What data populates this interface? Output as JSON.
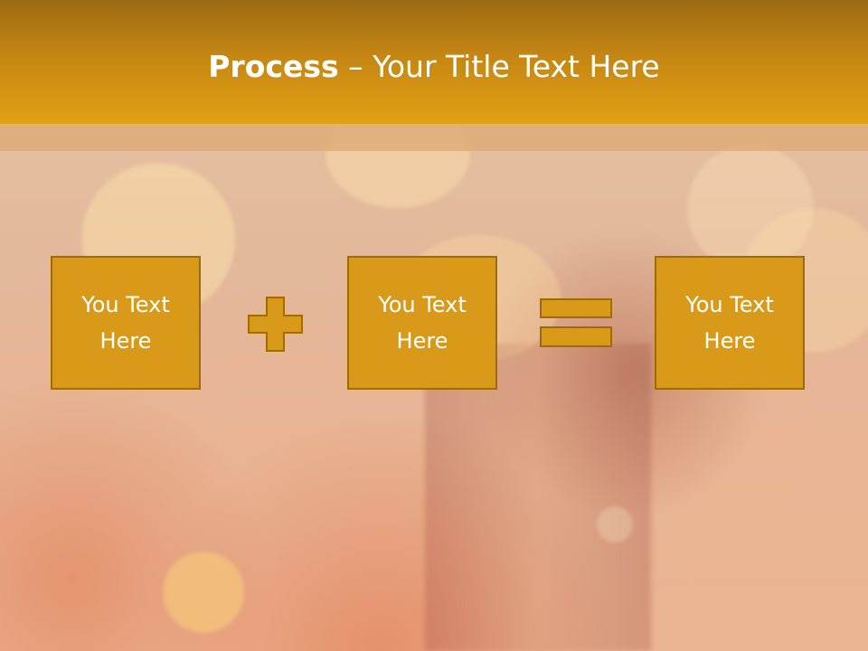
{
  "slide": {
    "title_bold": "Process",
    "title_rest": " – Your Title Text Here"
  },
  "boxes": [
    {
      "line1": "You Text",
      "line2": "Here"
    },
    {
      "line1": "You Text",
      "line2": "Here"
    },
    {
      "line1": "You Text",
      "line2": "Here"
    }
  ],
  "operators": [
    "plus",
    "equals"
  ],
  "colors": {
    "header": "#e1a113",
    "box_fill": "#d99a1a",
    "box_border": "#a06a05",
    "text": "#ffffff"
  }
}
